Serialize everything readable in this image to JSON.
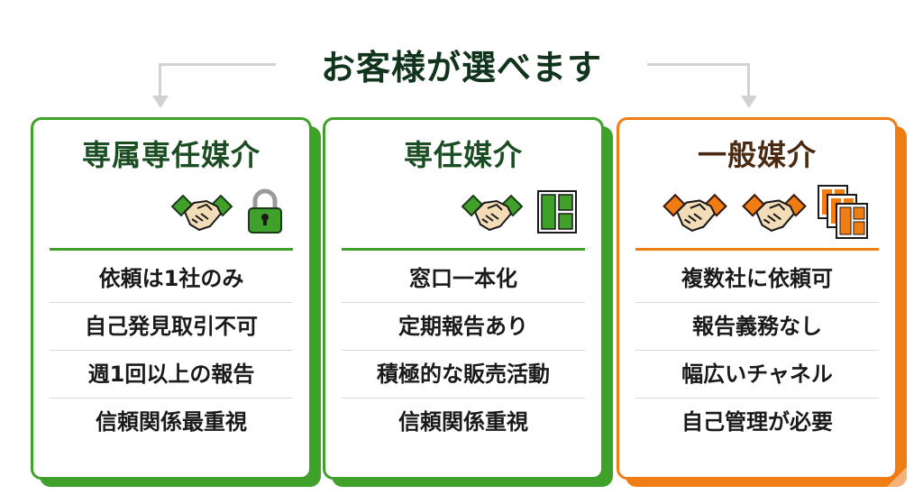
{
  "title": "お客様が選べます",
  "colors": {
    "green": "#3fa02a",
    "green_dark": "#1b4d22",
    "orange": "#f07d14",
    "orange_dark": "#4a2a10",
    "connector": "#d2d2d2",
    "divider": "#d8d8d8"
  },
  "cards": [
    {
      "title": "専属専任媒介",
      "theme": "green",
      "icons": [
        "handshake-icon",
        "padlock-icon"
      ],
      "features": [
        "依頼は1社のみ",
        "自己発見取引不可",
        "週1回以上の報告",
        "信頼関係最重視"
      ]
    },
    {
      "title": "専任媒介",
      "theme": "green",
      "icons": [
        "handshake-icon",
        "single-window-icon"
      ],
      "features": [
        "窓口一本化",
        "定期報告あり",
        "積極的な販売活動",
        "信頼関係重視"
      ]
    },
    {
      "title": "一般媒介",
      "theme": "orange",
      "icons": [
        "handshake-icon",
        "handshake-icon",
        "multiple-windows-icon"
      ],
      "features": [
        "複数社に依頼可",
        "報告義務なし",
        "幅広いチャネル",
        "自己管理が必要"
      ]
    }
  ]
}
